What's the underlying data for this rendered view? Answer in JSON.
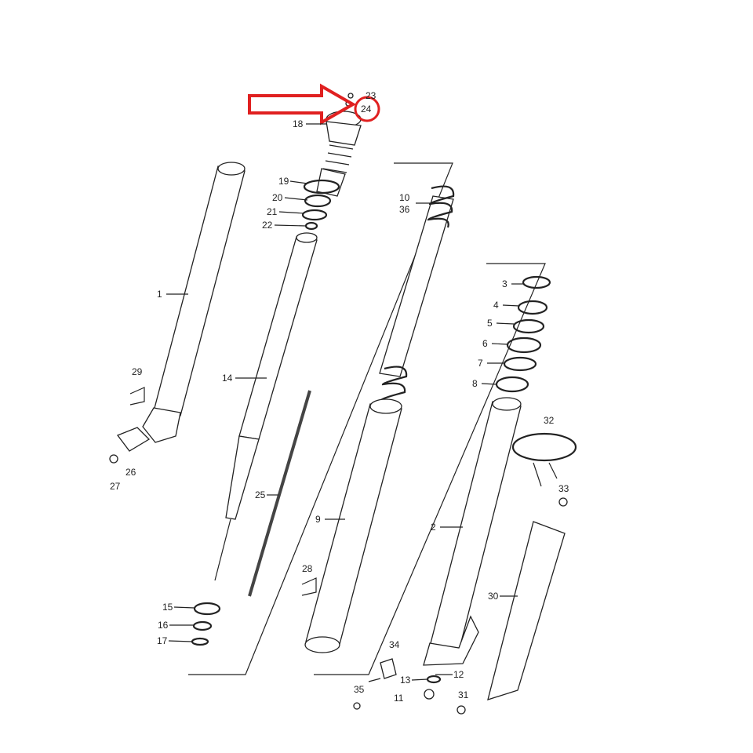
{
  "diagram": {
    "highlight_color": "#e02020",
    "highlighted_part": "24",
    "pointer": "arrow-pointing-right",
    "labels": [
      "23",
      "24",
      "18",
      "19",
      "20",
      "21",
      "22",
      "10",
      "36",
      "1",
      "14",
      "29",
      "26",
      "27",
      "25",
      "9",
      "28",
      "15",
      "16",
      "17",
      "3",
      "4",
      "5",
      "6",
      "7",
      "8",
      "32",
      "33",
      "2",
      "30",
      "34",
      "12",
      "13",
      "11",
      "35",
      "31"
    ]
  }
}
